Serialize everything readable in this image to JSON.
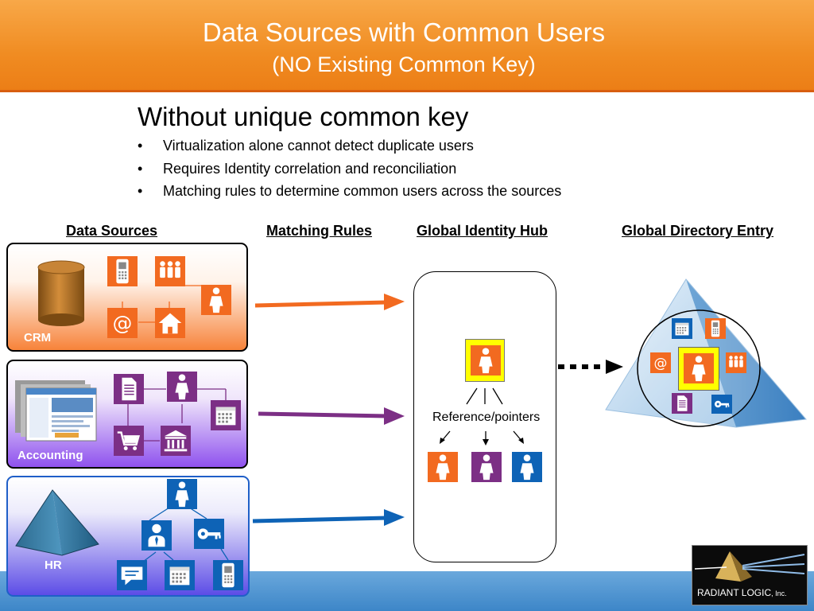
{
  "slide": {
    "title_line1": "Data Sources with Common Users",
    "title_line2": "(NO Existing Common Key)",
    "heading": "Without unique common key",
    "bullets": [
      "Virtualization alone cannot detect duplicate users",
      "Requires Identity correlation and reconciliation",
      "Matching rules to determine common users across the sources"
    ],
    "bullet_glyph": "•"
  },
  "columns": {
    "data_sources": "Data Sources",
    "matching_rules": "Matching Rules",
    "global_identity_hub": "Global Identity Hub",
    "global_directory_entry": "Global Directory Entry"
  },
  "sources": {
    "crm": "CRM",
    "accounting": "Accounting",
    "hr": "HR"
  },
  "hub": {
    "reference_label": "Reference/pointers"
  },
  "logo": {
    "brand": "RADIANT LOGIC",
    "suffix": ", Inc."
  },
  "colors": {
    "orange": "#f26a20",
    "purple": "#7c2f85",
    "blue": "#0e63b6",
    "title_bar": "#f08c22",
    "highlight_yellow": "#ffff00"
  },
  "icons": {
    "crm": [
      "database-cylinder-icon",
      "mobile-phone-icon",
      "group-icon",
      "person-icon",
      "email-at-icon",
      "house-icon"
    ],
    "accounting": [
      "screenshots-icon",
      "document-icon",
      "person-icon",
      "calendar-icon",
      "shopping-cart-icon",
      "bank-icon"
    ],
    "hr": [
      "pyramid-icon",
      "person-icon",
      "manager-icon",
      "key-icon",
      "chat-icon",
      "calendar-icon",
      "mobile-phone-icon"
    ],
    "directory": [
      "calendar-icon",
      "mobile-phone-icon",
      "email-at-icon",
      "person-icon",
      "group-icon",
      "document-icon",
      "key-icon"
    ]
  }
}
